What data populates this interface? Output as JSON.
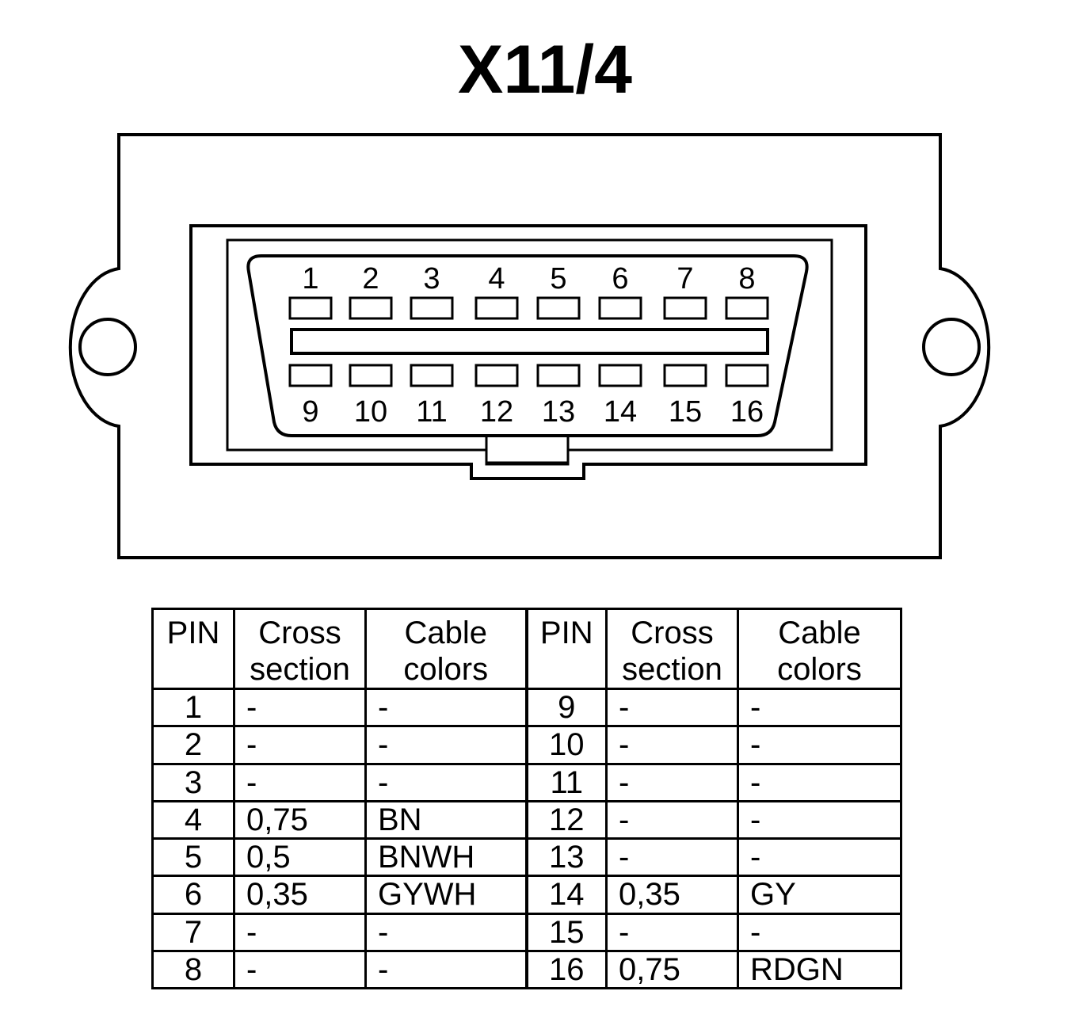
{
  "title": "X11/4",
  "connector": {
    "top_pins": [
      "1",
      "2",
      "3",
      "4",
      "5",
      "6",
      "7",
      "8"
    ],
    "bottom_pins": [
      "9",
      "10",
      "11",
      "12",
      "13",
      "14",
      "15",
      "16"
    ]
  },
  "table": {
    "headers": [
      {
        "line1": "PIN",
        "line2": ""
      },
      {
        "line1": "Cross",
        "line2": "section"
      },
      {
        "line1": "Cable",
        "line2": "colors"
      },
      {
        "line1": "PIN",
        "line2": ""
      },
      {
        "line1": "Cross",
        "line2": "section"
      },
      {
        "line1": "Cable",
        "line2": "colors"
      }
    ],
    "rows": [
      [
        "1",
        "-",
        "-",
        "9",
        "-",
        "-"
      ],
      [
        "2",
        "-",
        "-",
        "10",
        "-",
        "-"
      ],
      [
        "3",
        "-",
        "-",
        "11",
        "-",
        "-"
      ],
      [
        "4",
        "0,75",
        "BN",
        "12",
        "-",
        "-"
      ],
      [
        "5",
        "0,5",
        "BNWH",
        "13",
        "-",
        "-"
      ],
      [
        "6",
        "0,35",
        "GYWH",
        "14",
        "0,35",
        "GY"
      ],
      [
        "7",
        "-",
        "-",
        "15",
        "-",
        "-"
      ],
      [
        "8",
        "-",
        "-",
        "16",
        "0,75",
        "RDGN"
      ]
    ]
  }
}
